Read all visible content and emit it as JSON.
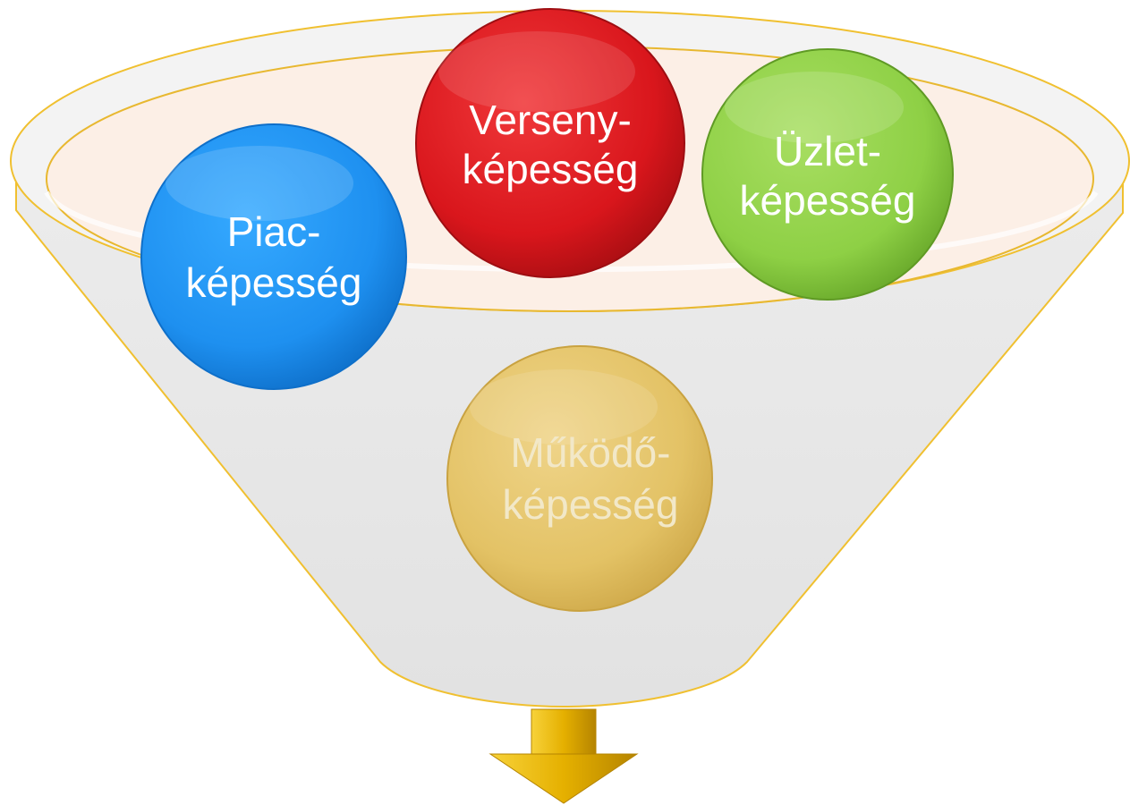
{
  "diagram": {
    "circles": [
      {
        "id": "piac",
        "line1": "Piac-",
        "line2": "képesség",
        "color": "#1E90F0",
        "text_color": "#FFFFFF"
      },
      {
        "id": "verseny",
        "line1": "Verseny-",
        "line2": "képesség",
        "color": "#D9161C",
        "text_color": "#FFFFFF"
      },
      {
        "id": "uzlet",
        "line1": "Üzlet-",
        "line2": "képesség",
        "color": "#8ED045",
        "text_color": "#FFFFFF"
      },
      {
        "id": "mukodo",
        "line1": "Működő-",
        "line2": "képesség",
        "color": "#E3C265",
        "text_color": "#F2E8C8"
      }
    ],
    "funnel_color": "#E6E6E6",
    "funnel_outline_color": "#F0C030",
    "arrow_color": "#E5B000"
  }
}
